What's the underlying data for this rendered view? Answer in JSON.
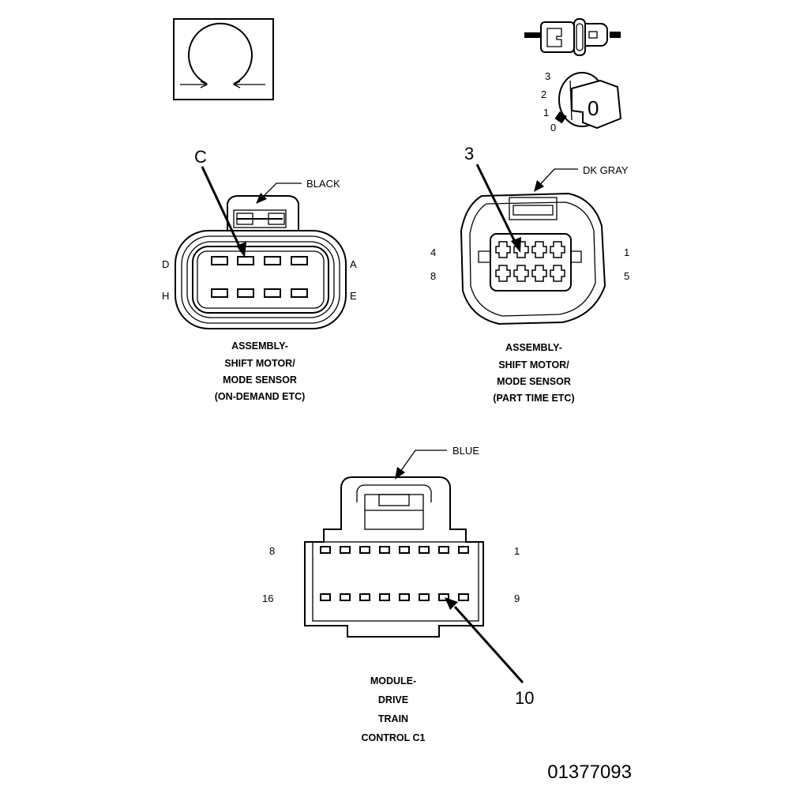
{
  "icons": {
    "top_left": "ohm-resistance-icon",
    "top_right_connector": "inline-connector-icon",
    "top_right_key": "ignition-key-switch-icon"
  },
  "key_positions": [
    "3",
    "2",
    "1",
    "0"
  ],
  "key_label": "0",
  "connectors": [
    {
      "id": "black",
      "color_label": "BLACK",
      "callout": "C",
      "pin_labels": {
        "top_left": "D",
        "top_right": "A",
        "bottom_left": "H",
        "bottom_right": "E"
      },
      "title_lines": [
        "ASSEMBLY-",
        "SHIFT MOTOR/",
        "MODE SENSOR",
        "(ON-DEMAND ETC)"
      ]
    },
    {
      "id": "dk-gray",
      "color_label": "DK GRAY",
      "callout": "3",
      "pin_labels": {
        "top_left": "4",
        "top_right": "1",
        "bottom_left": "8",
        "bottom_right": "5"
      },
      "title_lines": [
        "ASSEMBLY-",
        "SHIFT MOTOR/",
        "MODE SENSOR",
        "(PART TIME ETC)"
      ]
    },
    {
      "id": "blue",
      "color_label": "BLUE",
      "callout": "10",
      "pin_labels": {
        "top_left": "8",
        "top_right": "1",
        "bottom_left": "16",
        "bottom_right": "9"
      },
      "title_lines": [
        "MODULE-",
        "DRIVE",
        "TRAIN",
        "CONTROL C1"
      ]
    }
  ],
  "figure_id": "01377093"
}
